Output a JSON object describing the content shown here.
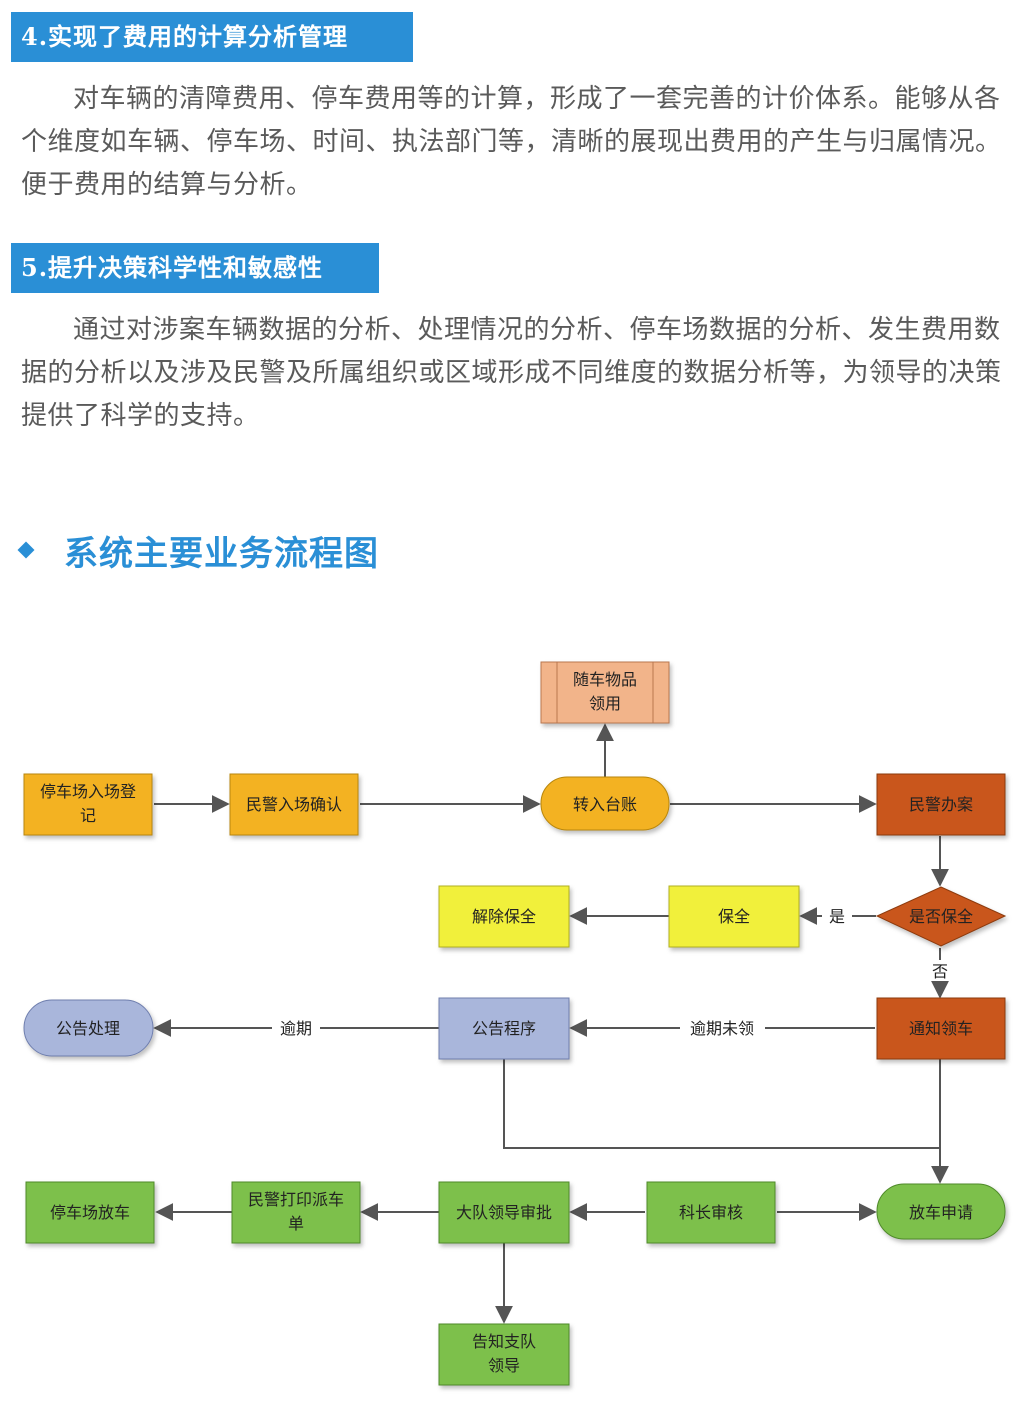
{
  "sections": [
    {
      "title": "4.实现了费用的计算分析管理",
      "body": "对车辆的清障费用、停车费用等的计算，形成了一套完善的计价体系。能够从各个维度如车辆、停车场、时间、执法部门等，清晰的展现出费用的产生与归属情况。便于费用的结算与分析。"
    },
    {
      "title": "5.提升决策科学性和敏感性",
      "body": "通过对涉案车辆数据的分析、处理情况的分析、停车场数据的分析、发生费用数据的分析以及涉及民警及所属组织或区域形成不同维度的数据分析等，为领导的决策提供了科学的支持。"
    }
  ],
  "heading": "系统主要业务流程图",
  "flow": {
    "nodes": {
      "lot_entry": [
        "停车场入场登",
        "记"
      ],
      "police_confirm": [
        "民警入场确认"
      ],
      "ledger": [
        "转入台账"
      ],
      "items": [
        "随车物品",
        "领用"
      ],
      "police_case": [
        "民警办案"
      ],
      "is_preserve": [
        "是否保全"
      ],
      "preserve": [
        "保全"
      ],
      "release_preserve": [
        "解除保全"
      ],
      "notify": [
        "通知领车"
      ],
      "notice_proc": [
        "公告程序"
      ],
      "notice_handle": [
        "公告处理"
      ],
      "release_apply": [
        "放车申请"
      ],
      "chief_review": [
        "科长审核"
      ],
      "brigade_approve": [
        "大队领导审批"
      ],
      "police_print": [
        "民警打印派车",
        "单"
      ],
      "lot_release": [
        "停车场放车"
      ],
      "inform_leader": [
        "告知支队",
        "领导"
      ]
    },
    "edge_labels": {
      "yes": "是",
      "no": "否",
      "overdue_unclaimed": "逾期未领",
      "overdue": "逾期"
    }
  },
  "colors": {
    "accent": "#2a8fd6",
    "yellow_orange": "#f3b221",
    "brown": "#c9561a",
    "salmon": "#f2b48a",
    "yellow": "#f1f03a",
    "lavender": "#a9b6db",
    "green": "#7dc04b"
  }
}
